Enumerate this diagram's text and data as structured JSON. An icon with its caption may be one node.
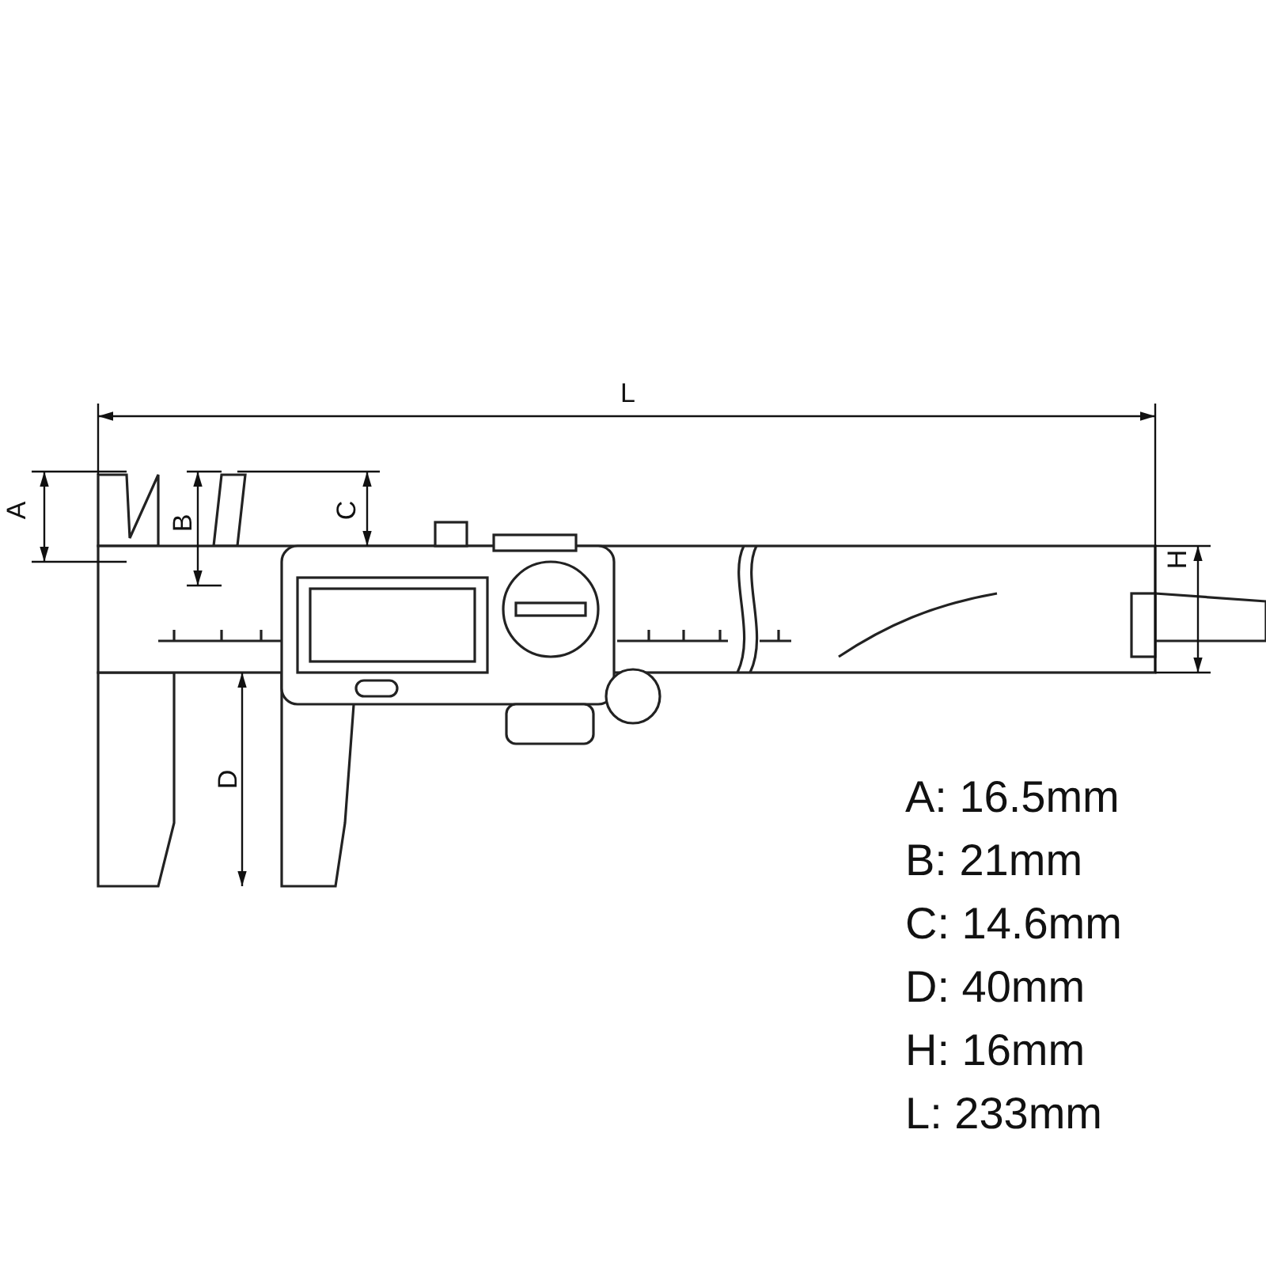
{
  "diagram": {
    "labels": [
      "L",
      "A",
      "B",
      "C",
      "H",
      "D",
      "A: 16.5mm",
      "B: 21mm",
      "C: 14.6mm",
      "D: 40mm",
      "H: 16mm",
      "L: 233mm"
    ]
  }
}
